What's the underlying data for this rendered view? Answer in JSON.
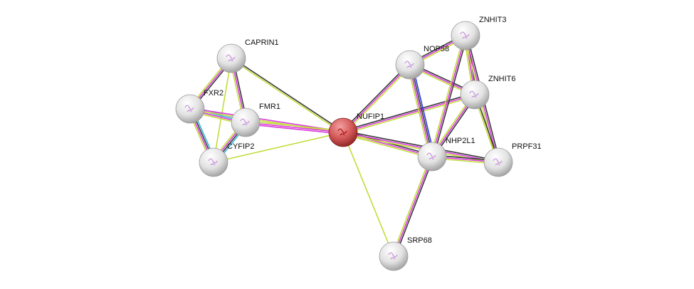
{
  "network": {
    "colors": {
      "textmining": "#c3dc3a",
      "experiments": "#d93cd9",
      "coexpression": "#3a3a3a",
      "databases": "#36b6d6",
      "cooccurrence": "#2a3ae6",
      "homology": "#a6a6f0",
      "query_node": "#c83c3c",
      "node": "#d8d8d8"
    },
    "nodes": [
      {
        "id": "NUFIP1",
        "label": "NUFIP1",
        "query": true
      },
      {
        "id": "CAPRIN1",
        "label": "CAPRIN1"
      },
      {
        "id": "FXR2",
        "label": "FXR2"
      },
      {
        "id": "FMR1",
        "label": "FMR1"
      },
      {
        "id": "CYFIP2",
        "label": "CYFIP2"
      },
      {
        "id": "NOP58",
        "label": "NOP58"
      },
      {
        "id": "ZNHIT3",
        "label": "ZNHIT3"
      },
      {
        "id": "ZNHIT6",
        "label": "ZNHIT6"
      },
      {
        "id": "NHP2L1",
        "label": "NHP2L1"
      },
      {
        "id": "PRPF31",
        "label": "PRPF31"
      },
      {
        "id": "SRP68",
        "label": "SRP68"
      }
    ],
    "edges": [
      {
        "a": "CAPRIN1",
        "b": "FXR2",
        "types": [
          "coexpression",
          "experiments",
          "textmining"
        ]
      },
      {
        "a": "CAPRIN1",
        "b": "FMR1",
        "types": [
          "coexpression",
          "experiments",
          "textmining"
        ]
      },
      {
        "a": "CAPRIN1",
        "b": "CYFIP2",
        "types": [
          "textmining"
        ]
      },
      {
        "a": "CAPRIN1",
        "b": "NUFIP1",
        "types": [
          "coexpression",
          "textmining"
        ]
      },
      {
        "a": "FXR2",
        "b": "FMR1",
        "types": [
          "homology",
          "databases",
          "experiments",
          "textmining"
        ]
      },
      {
        "a": "FXR2",
        "b": "NUFIP1",
        "types": [
          "experiments",
          "textmining"
        ]
      },
      {
        "a": "FXR2",
        "b": "CYFIP2",
        "types": [
          "databases",
          "coexpression",
          "experiments",
          "textmining"
        ]
      },
      {
        "a": "FMR1",
        "b": "NUFIP1",
        "types": [
          "textmining",
          "experiments",
          "experiments"
        ]
      },
      {
        "a": "FMR1",
        "b": "CYFIP2",
        "types": [
          "databases",
          "coexpression",
          "experiments",
          "textmining"
        ]
      },
      {
        "a": "CYFIP2",
        "b": "NUFIP1",
        "types": [
          "textmining"
        ]
      },
      {
        "a": "NUFIP1",
        "b": "NOP58",
        "types": [
          "coexpression",
          "experiments",
          "textmining"
        ]
      },
      {
        "a": "NUFIP1",
        "b": "ZNHIT6",
        "types": [
          "coexpression",
          "experiments",
          "textmining"
        ]
      },
      {
        "a": "NUFIP1",
        "b": "NHP2L1",
        "types": [
          "coexpression",
          "experiments",
          "textmining"
        ]
      },
      {
        "a": "NUFIP1",
        "b": "PRPF31",
        "types": [
          "coexpression",
          "experiments",
          "textmining"
        ]
      },
      {
        "a": "NUFIP1",
        "b": "SRP68",
        "types": [
          "textmining"
        ]
      },
      {
        "a": "NOP58",
        "b": "ZNHIT3",
        "types": [
          "coexpression",
          "experiments",
          "textmining"
        ]
      },
      {
        "a": "NOP58",
        "b": "ZNHIT6",
        "types": [
          "coexpression",
          "experiments",
          "textmining"
        ]
      },
      {
        "a": "NOP58",
        "b": "NHP2L1",
        "types": [
          "cooccurrence",
          "coexpression",
          "experiments",
          "textmining"
        ]
      },
      {
        "a": "ZNHIT3",
        "b": "ZNHIT6",
        "types": [
          "coexpression",
          "experiments",
          "textmining"
        ]
      },
      {
        "a": "ZNHIT3",
        "b": "NHP2L1",
        "types": [
          "coexpression",
          "experiments",
          "textmining"
        ]
      },
      {
        "a": "ZNHIT3",
        "b": "PRPF31",
        "types": [
          "coexpression",
          "experiments",
          "textmining"
        ]
      },
      {
        "a": "ZNHIT6",
        "b": "NHP2L1",
        "types": [
          "coexpression",
          "experiments",
          "textmining"
        ]
      },
      {
        "a": "ZNHIT6",
        "b": "PRPF31",
        "types": [
          "coexpression",
          "textmining"
        ]
      },
      {
        "a": "NHP2L1",
        "b": "PRPF31",
        "types": [
          "coexpression",
          "experiments",
          "textmining"
        ]
      },
      {
        "a": "NHP2L1",
        "b": "SRP68",
        "types": [
          "coexpression",
          "experiments",
          "textmining"
        ]
      }
    ]
  }
}
